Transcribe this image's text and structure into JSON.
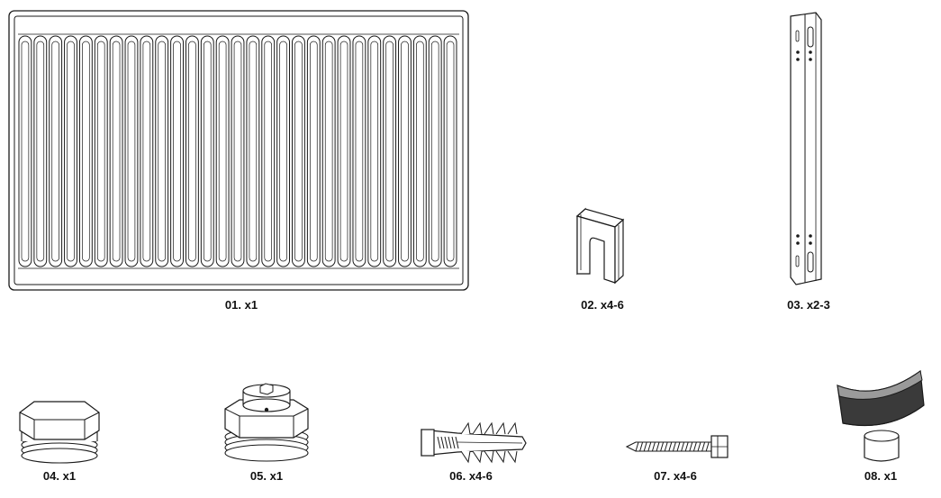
{
  "parts": [
    {
      "label": "01. x1",
      "icon": "radiator-panel-icon"
    },
    {
      "label": "02. x4-6",
      "icon": "spacer-clip-icon"
    },
    {
      "label": "03. x2-3",
      "icon": "wall-bracket-icon"
    },
    {
      "label": "04. x1",
      "icon": "blanking-plug-icon"
    },
    {
      "label": "05. x1",
      "icon": "air-vent-plug-icon"
    },
    {
      "label": "06. x4-6",
      "icon": "wall-plug-icon"
    },
    {
      "label": "07. x4-6",
      "icon": "screw-icon"
    },
    {
      "label": "08. x1",
      "icon": "bleed-key-icon"
    }
  ],
  "colors": {
    "line": "#1a1a1a",
    "fill": "#ffffff",
    "shade": "#9a9a9a",
    "dark": "#3a3a3a"
  }
}
